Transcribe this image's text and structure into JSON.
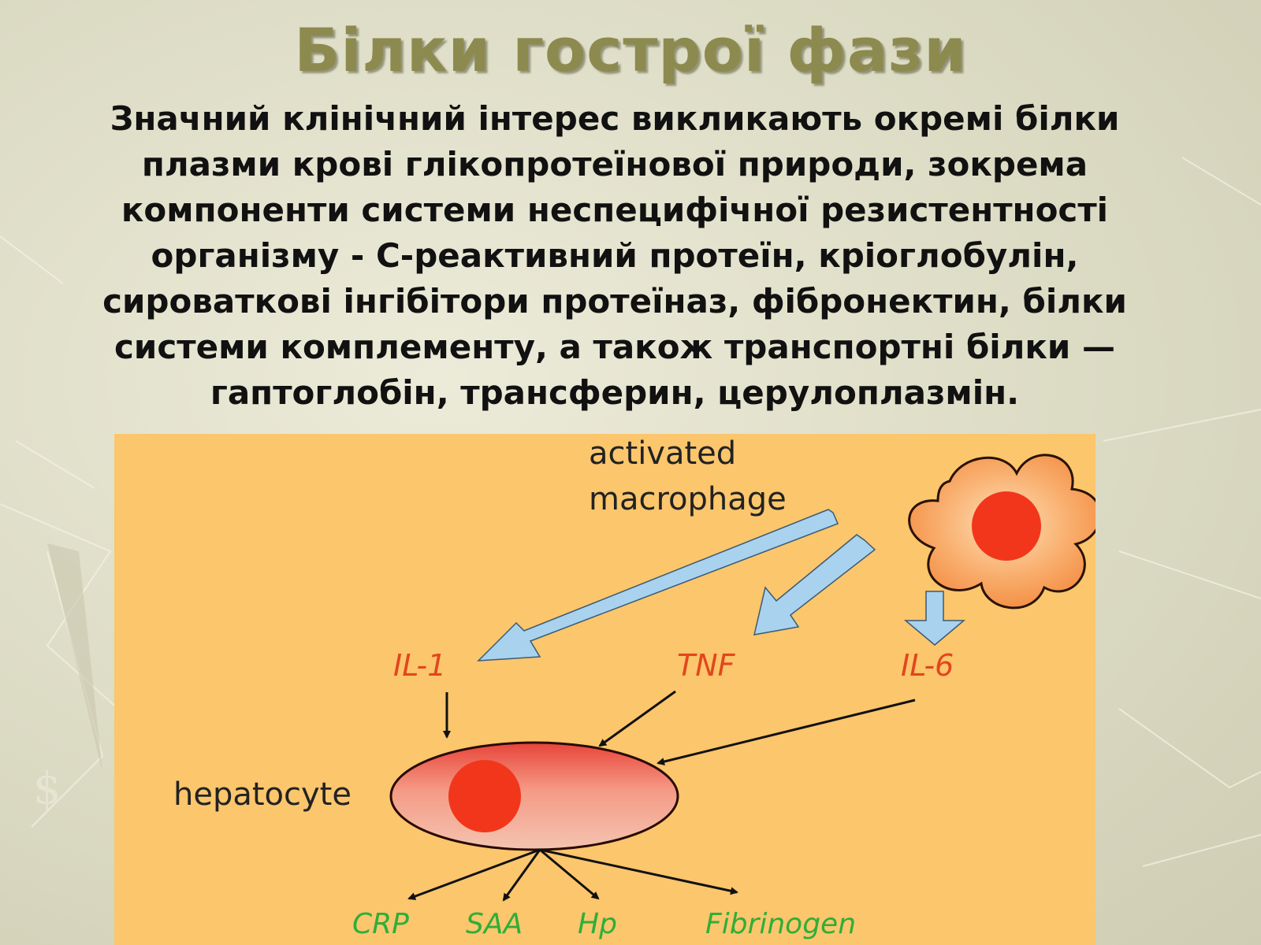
{
  "slide": {
    "title": "Білки гострої фази",
    "body_lines": [
      "Значний клінічний інтерес викликають окремі білки",
      "плазми крові глікопротеїнової природи, зокрема",
      "компоненти системи неспецифічної резистентності",
      "організму - С-реактивний протеїн, кріоглобулін,",
      "сироваткові інгібітори протеїназ, фібронектин, білки",
      "системи комплементу, а також транспортні білки —",
      "гаптоглобін, трансферин, церулоплазмін."
    ]
  },
  "diagram": {
    "macrophage_label_line1": "activated",
    "macrophage_label_line2": "macrophage",
    "cytokines": [
      "IL-1",
      "TNF",
      "IL-6"
    ],
    "hepatocyte_label": "hepatocyte",
    "products": [
      "CRP",
      "SAA",
      "Hp",
      "Fibrinogen"
    ],
    "colors": {
      "background": "#fbc66c",
      "cytokine_text": "#e2461d",
      "product_text": "#2fae3a",
      "arrow_fill": "#a9d2ef",
      "cell_fill": "#f9a75a",
      "nucleus": "#f2361c"
    }
  }
}
